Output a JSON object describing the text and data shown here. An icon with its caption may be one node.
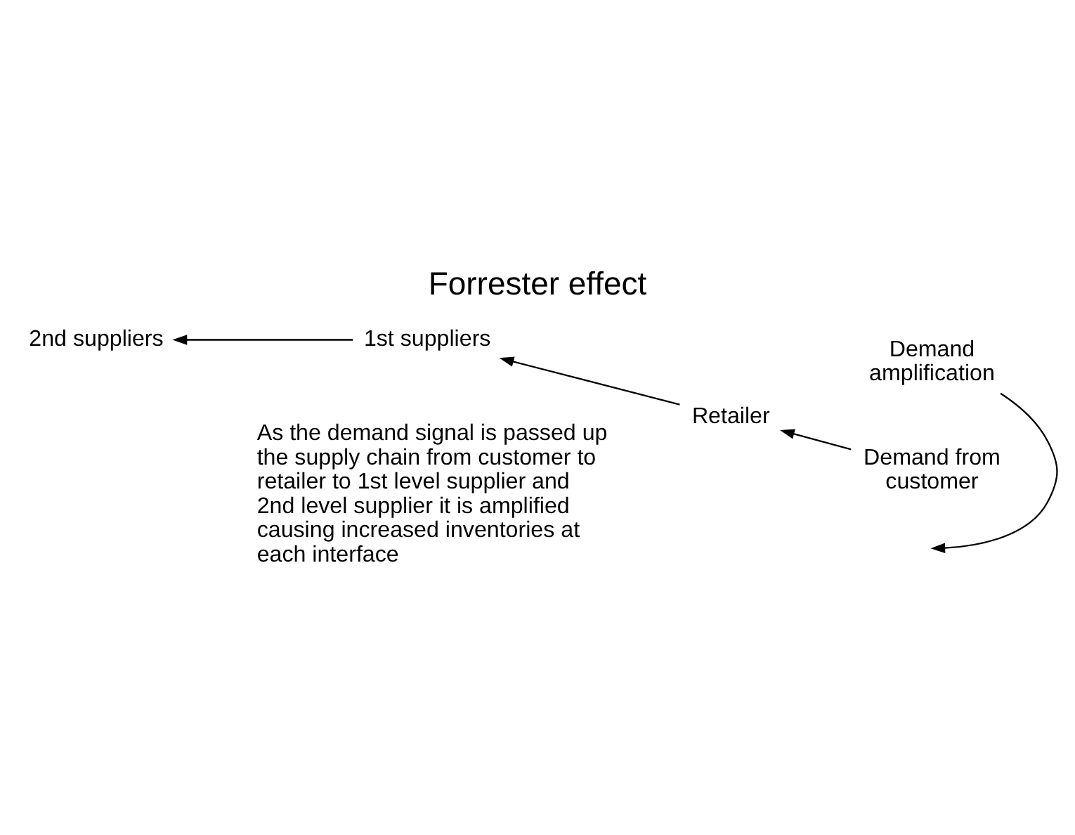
{
  "diagram": {
    "title": "Forrester effect",
    "nodes": [
      {
        "text": [
          "Demand amplification"
        ]
      },
      {
        "text": [
          "2nd suppliers"
        ]
      },
      {
        "text": [
          "1st suppliers"
        ]
      },
      {
        "text": [
          "Retailer"
        ]
      },
      {
        "text": [
          "Demand from customer"
        ]
      }
    ],
    "edges": [
      {
        "from": 4,
        "to": 3,
        "arrow": "to"
      },
      {
        "from": 3,
        "to": 2,
        "arrow": "to"
      },
      {
        "from": 2,
        "to": 1,
        "arrow": "to"
      },
      {
        "from": 0,
        "to": null,
        "arrow": "to"
      }
    ],
    "labels": [
      "As the demand signal is passed up the supply chain from customer to retailer to 1st level supplier and 2nd level supplier it is amplified causing increased inventories at each interface"
    ]
  }
}
